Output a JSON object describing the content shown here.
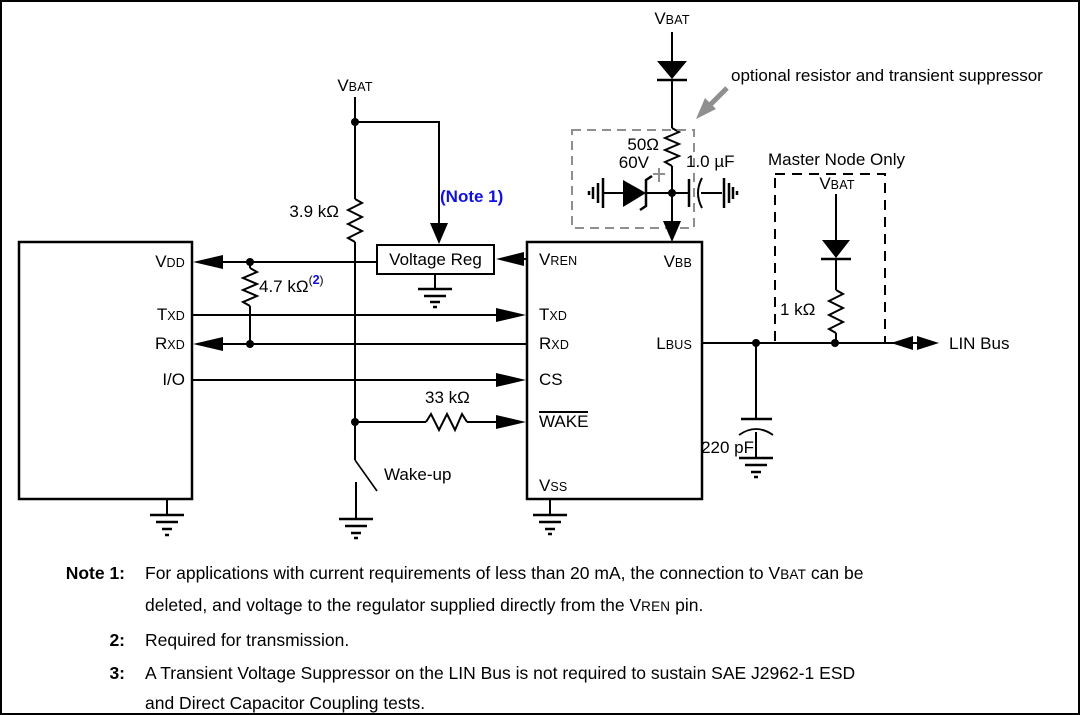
{
  "colors": {
    "note_blue": "#1010e0",
    "dash_gray": "#8f8f8f"
  },
  "figure": {
    "labels": {
      "vbat_top": {
        "m": "V",
        "s": "BAT"
      },
      "vbat_mid": {
        "m": "V",
        "s": "BAT"
      },
      "vbat_master": {
        "m": "V",
        "s": "BAT"
      },
      "optional": "optional resistor and transient suppressor",
      "master_node": "Master Node Only",
      "note1_ref": "(Note 1)",
      "vreg": "Voltage Reg",
      "r39": "3.9 kΩ",
      "r47": "4.7 kΩ",
      "r47_sup_open": "(",
      "r47_sup_num": "2",
      "r47_sup_close": ")",
      "r50": "50Ω",
      "v60": "60V",
      "cap1": "1.0 µF",
      "r33": "33 kΩ",
      "r1k": "1 kΩ",
      "cap220": "220 pF",
      "wakeup": "Wake-up",
      "linbus": "LIN Bus"
    },
    "pins": {
      "vdd": {
        "m": "V",
        "s": "DD"
      },
      "txd_l": {
        "m": "T",
        "s": "XD"
      },
      "rxd_l": {
        "m": "R",
        "s": "XD"
      },
      "io": "I/O",
      "vren": {
        "m": "V",
        "s": "REN"
      },
      "vbb": {
        "m": "V",
        "s": "BB"
      },
      "txd_r": {
        "m": "T",
        "s": "XD"
      },
      "rxd_r": {
        "m": "R",
        "s": "XD"
      },
      "lbus": {
        "m": "L",
        "s": "BUS"
      },
      "cs": "CS",
      "wake": "WAKE",
      "vss": {
        "m": "V",
        "s": "SS"
      }
    }
  },
  "notes": {
    "n1": {
      "label": "Note 1:",
      "l1a": "For applications with current requirements of less than 20 mA, the connection to V",
      "l1b": "BAT",
      "l1c": " can be",
      "l2a": "deleted, and voltage to the regulator supplied directly from the V",
      "l2b": "REN",
      "l2c": " pin."
    },
    "n2": {
      "label": "2:",
      "text": "Required for transmission."
    },
    "n3": {
      "label": "3:",
      "l1": "A Transient Voltage Suppressor on the LIN Bus is not required to sustain SAE J2962-1 ESD",
      "l2": "and Direct Capacitor Coupling tests."
    }
  }
}
